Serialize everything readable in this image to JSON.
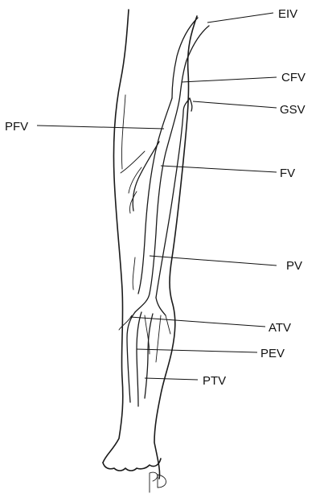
{
  "labels": {
    "eiv": "EIV",
    "cfv": "CFV",
    "gsv": "GSV",
    "pfv": "PFV",
    "fv": "FV",
    "pv": "PV",
    "atv": "ATV",
    "pev": "PEV",
    "ptv": "PTV"
  },
  "signature": "PD"
}
